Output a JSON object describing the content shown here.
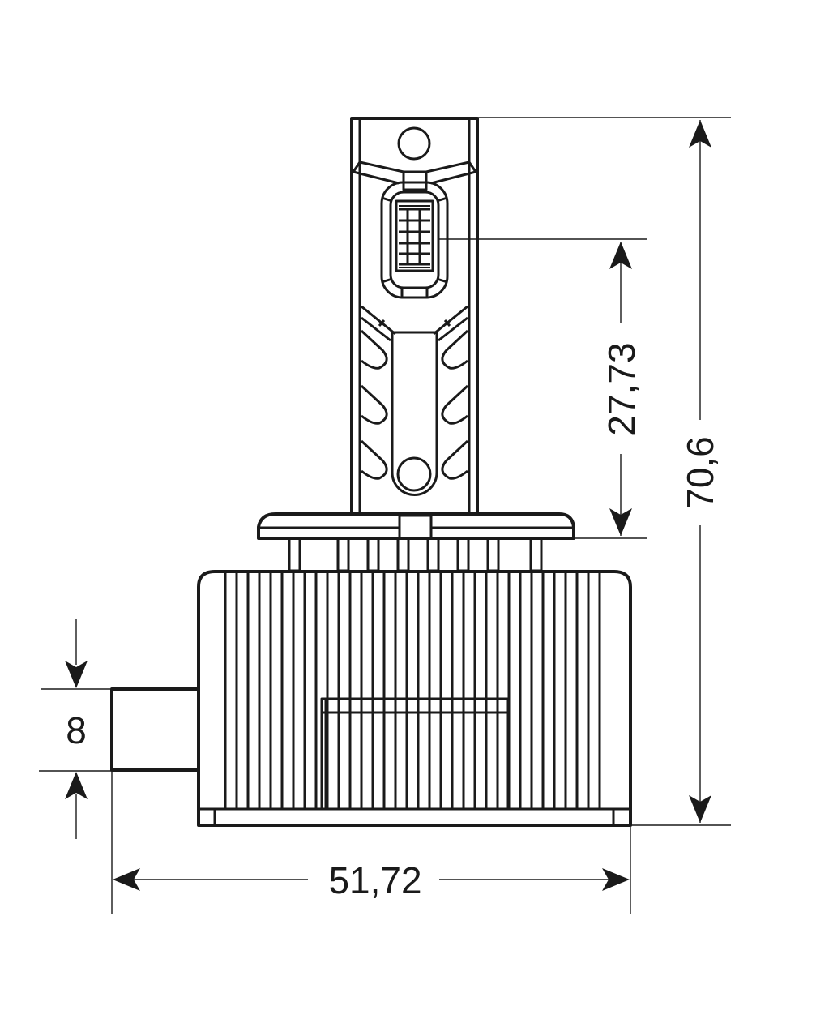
{
  "diagram": {
    "title": "LED bulb (D-type base) dimension drawing",
    "line_color": "#1a1a1a",
    "background": "#ffffff",
    "dimensions": {
      "overall_height": {
        "label": "70,6",
        "orientation": "vertical"
      },
      "led_center_to_flange": {
        "label": "27,73",
        "orientation": "vertical"
      },
      "base_width": {
        "label": "51,72",
        "orientation": "horizontal"
      },
      "connector_height": {
        "label": "8",
        "orientation": "vertical"
      }
    },
    "components": [
      "led-stem",
      "top-mount-hole",
      "led-chip-array",
      "stem-heat-slots",
      "bottom-mount-hole",
      "flange",
      "flange-pins",
      "finned-heatsink-base",
      "side-connector"
    ]
  }
}
